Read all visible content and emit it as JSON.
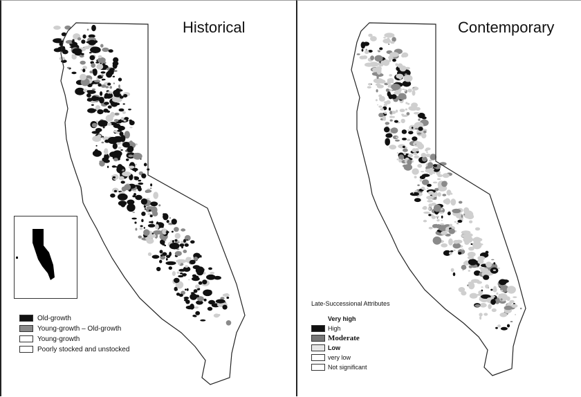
{
  "maps": {
    "left": {
      "title": "Historical"
    },
    "right": {
      "title": "Contemporary"
    }
  },
  "legend_left": {
    "items": [
      {
        "label": "Old-growth",
        "color": "#111111"
      },
      {
        "label": "Young-growth – Old-growth",
        "color": "#8a8a8a"
      },
      {
        "label": "Young-growth",
        "color": "#ffffff"
      },
      {
        "label": "Poorly stocked and unstocked",
        "color": "#ffffff"
      }
    ]
  },
  "legend_right": {
    "title": "Late-Successional Attributes",
    "items": [
      {
        "label": "Very high",
        "color": "#000000",
        "style": "bold-sm"
      },
      {
        "label": "High",
        "color": "#111111",
        "style": "normal"
      },
      {
        "label": "Moderate",
        "color": "#777777",
        "style": "bold"
      },
      {
        "label": "Low",
        "color": "#e6e6e6",
        "style": "bold-sm"
      },
      {
        "label": "very low",
        "color": "#ffffff",
        "style": "normal"
      },
      {
        "label": "Not significant",
        "color": "#ffffff",
        "style": "normal"
      }
    ]
  },
  "colors": {
    "outline": "#222222",
    "dense": "#111111",
    "medium": "#8a8a8a",
    "light": "#cfcfcf"
  }
}
